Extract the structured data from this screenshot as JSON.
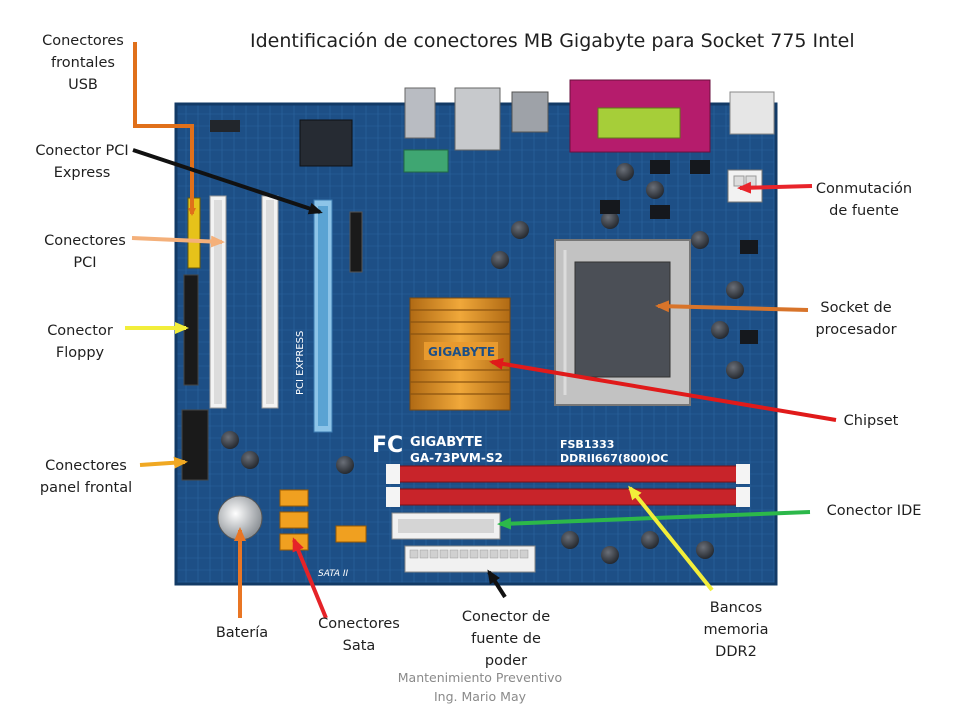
{
  "title": "Identificación de conectores MB Gigabyte para  Socket 775 Intel",
  "labels": {
    "usb": [
      "Conectores",
      "frontales",
      "USB"
    ],
    "pcie": [
      "Conector PCI",
      "Express"
    ],
    "pci": [
      "Conectores",
      "PCI"
    ],
    "floppy": [
      "Conector",
      "Floppy"
    ],
    "panel": [
      "Conectores",
      "panel frontal"
    ],
    "power_switch": [
      "Conmutación",
      "de fuente"
    ],
    "socket": [
      "Socket de",
      "procesador"
    ],
    "chipset": [
      "Chipset"
    ],
    "ide": [
      "Conector IDE"
    ],
    "battery": [
      "Batería"
    ],
    "sata": [
      "Conectores",
      "Sata"
    ],
    "atx_power": [
      "Conector de",
      "fuente de",
      "poder"
    ],
    "ddr2": [
      "Bancos",
      "memoria",
      "DDR2"
    ]
  },
  "board_text": {
    "brand_chip": "GIGABYTE",
    "pcie_slot": "PCI EXPRESS",
    "brand_main": "GIGABYTE",
    "model": "GA-73PVM-S2",
    "fsb": "FSB1333",
    "ddr": "DDRII667(800)OC",
    "sata": "SATA II",
    "fc": "FC"
  },
  "arrow_colors": {
    "usb": "#e0701a",
    "pcie": "#111111",
    "pci": "#f4b07a",
    "floppy": "#f2ee3a",
    "panel": "#f0a822",
    "power_switch": "#e8242a",
    "socket": "#d8742a",
    "chipset": "#e01a1a",
    "ide": "#2cb84a",
    "battery": "#e97624",
    "sata": "#e52328",
    "atx_power": "#111111",
    "ddr2": "#f2ee3a"
  },
  "footer": [
    "Mantenimiento Preventivo",
    "Ing. Mario May"
  ]
}
